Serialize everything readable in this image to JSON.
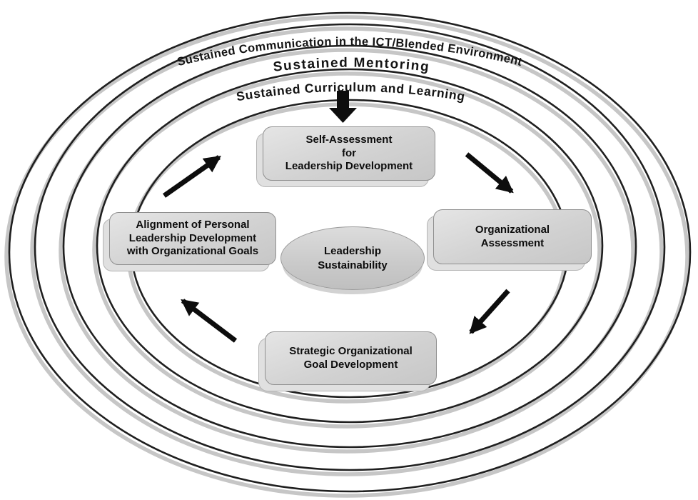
{
  "rings": [
    {
      "label": "Sustained Communication in the ICT/Blended Environment"
    },
    {
      "label": "Sustained Mentoring"
    },
    {
      "label": "Sustained Curriculum and Learning"
    }
  ],
  "nodes": {
    "top": {
      "lines": [
        "Self-Assessment",
        "for",
        "Leadership Development"
      ]
    },
    "right": {
      "lines": [
        "Organizational",
        "Assessment"
      ]
    },
    "bottom": {
      "lines": [
        "Strategic Organizational",
        "Goal Development"
      ]
    },
    "left": {
      "lines": [
        "Alignment of Personal",
        "Leadership Development",
        "with Organizational Goals"
      ]
    }
  },
  "center": {
    "lines": [
      "Leadership",
      "Sustainability"
    ]
  },
  "colors": {
    "background": "#ffffff",
    "ring_line": "#1f1f1f",
    "ring_shadow": "#c6c6c6",
    "node_fill": "#d2d2d2",
    "node_border": "#8f8f8f",
    "node_extrusion": "#b5b5b5",
    "arrow": "#0d0d0d",
    "text": "#0d0d0d"
  }
}
